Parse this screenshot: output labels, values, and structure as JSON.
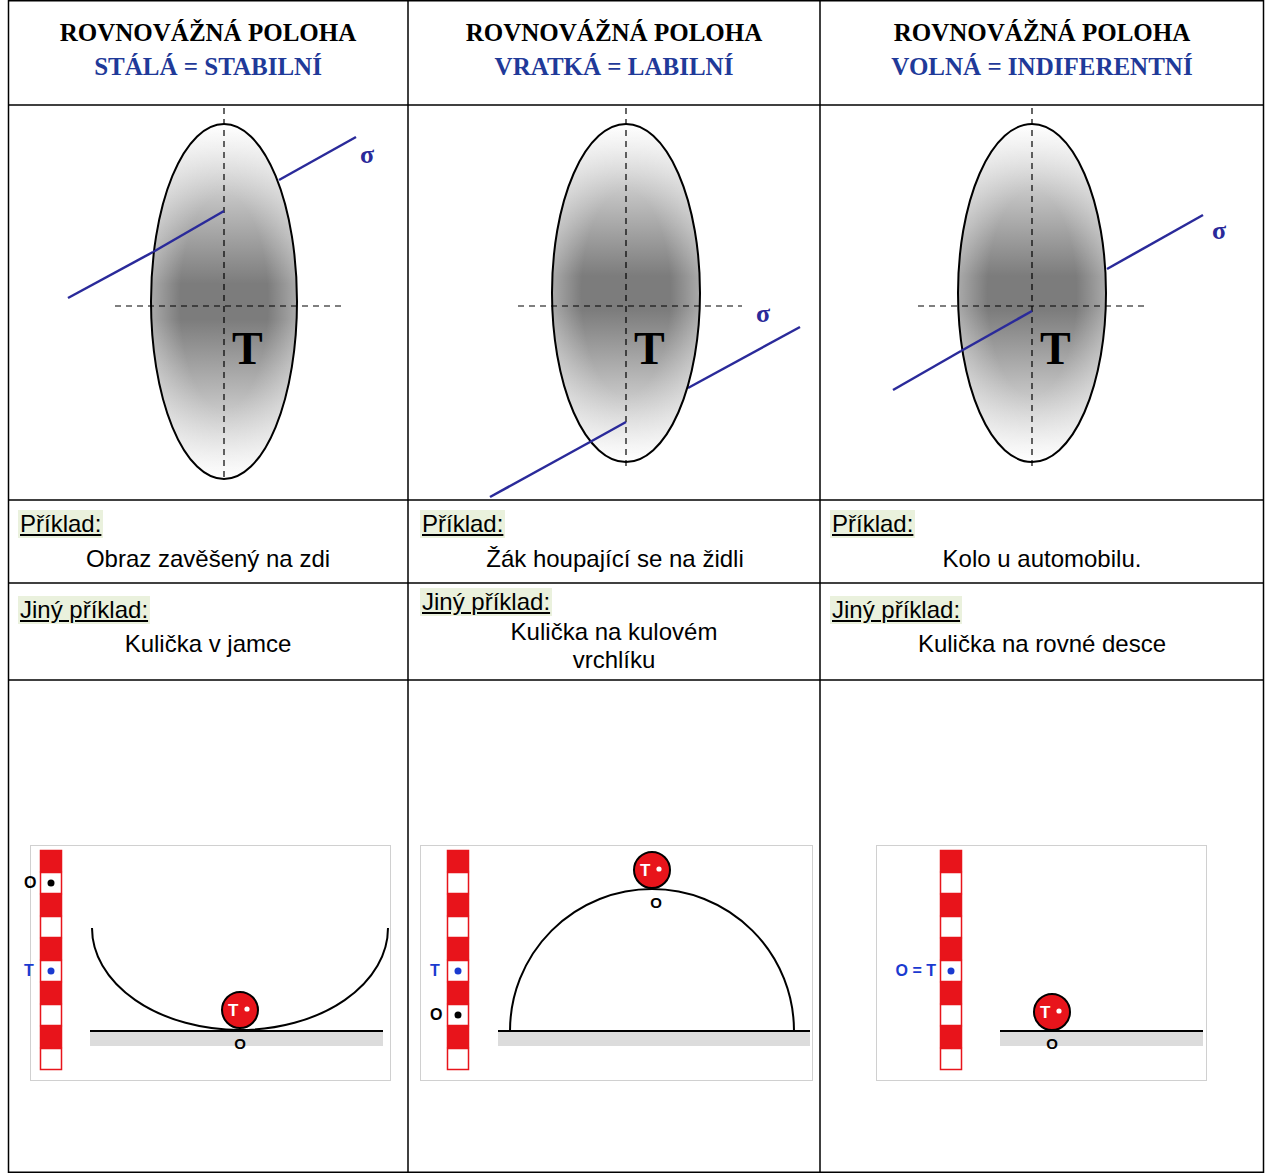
{
  "diagram": {
    "nodes": [
      {
        "text": [
          "T"
        ]
      },
      {
        "text": [
          "T"
        ]
      },
      {
        "text": [
          "T"
        ]
      },
      {
        "text": [
          "T"
        ]
      },
      {
        "text": [
          "T"
        ]
      },
      {
        "text": [
          "T"
        ]
      }
    ],
    "labels": [
      "ROVNOVÁŽNÁ POLOHA",
      "STÁLÁ = STABILNÍ",
      "ROVNOVÁŽNÁ POLOHA",
      "VRATKÁ = LABILNÍ",
      "ROVNOVÁŽNÁ POLOHA",
      "VOLNÁ = INDIFERENTNÍ",
      "σ",
      "σ",
      "σ",
      "Příklad:",
      "Obraz zavěšený na zdi",
      "Příklad:",
      "Žák houpající se na židli",
      "Příklad:",
      "Kolo u automobilu.",
      "Jiný příklad:",
      "Kulička v jamce",
      "Jiný příklad:",
      "Kulička na kulovém vrchlíku",
      "Jiný příklad:",
      "Kulička na rovné desce",
      "O",
      "T",
      "O",
      "T",
      "O",
      "O",
      "O = T",
      "O"
    ]
  }
}
